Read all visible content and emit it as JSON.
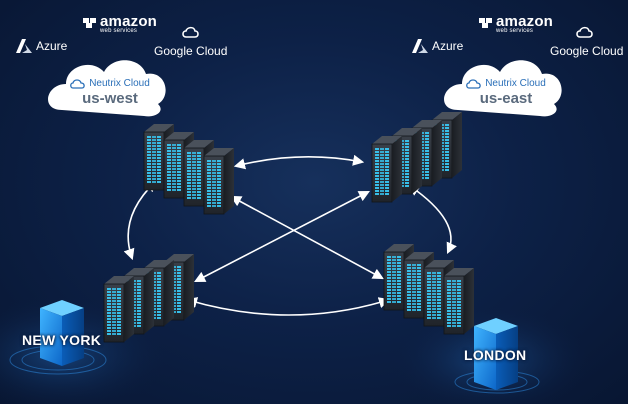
{
  "regions": [
    {
      "id": "us-west",
      "vendors": {
        "azure": "Azure",
        "aws_main": "amazon",
        "aws_sub": "web services",
        "google": "Google Cloud"
      },
      "cloud": {
        "brand": "Neutrix Cloud",
        "region": "us-west"
      }
    },
    {
      "id": "us-east",
      "vendors": {
        "azure": "Azure",
        "aws_main": "amazon",
        "aws_sub": "web services",
        "google": "Google Cloud"
      },
      "cloud": {
        "brand": "Neutrix Cloud",
        "region": "us-east"
      }
    }
  ],
  "cities": {
    "new_york": "NEW YORK",
    "london": "LONDON"
  },
  "colors": {
    "background": "#0b1d40",
    "cloud": "#ffffff",
    "server_body": "#2b2f36",
    "server_light": "#2fb8e6",
    "arrow": "#ffffff",
    "city_block": "#1e8fe0"
  },
  "icons": [
    "azure-logo-icon",
    "aws-logo-icon",
    "google-cloud-icon",
    "neutrix-cloud-icon",
    "server-rack-icon",
    "building-icon"
  ]
}
